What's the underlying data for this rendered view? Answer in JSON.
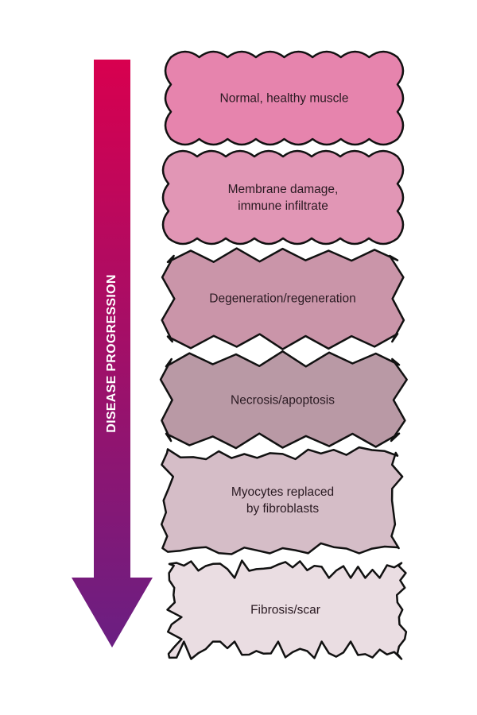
{
  "arrow": {
    "label": "DISEASE PROGRESSION",
    "color_top": "#d8004f",
    "color_bottom": "#6a1f82"
  },
  "stages": [
    {
      "label": "Normal, healthy muscle",
      "fill": "#e684ad",
      "edge": "scallop"
    },
    {
      "label": "Membrane damage,\nimmune infiltrate",
      "fill": "#e196b5",
      "edge": "scallop"
    },
    {
      "label": "Degeneration/regeneration",
      "fill": "#ca95a9",
      "edge": "wavy"
    },
    {
      "label": "Necrosis/apoptosis",
      "fill": "#b999a5",
      "edge": "wavy"
    },
    {
      "label": "Myocytes replaced\nby fibroblasts",
      "fill": "#d5bdc7",
      "edge": "jagged"
    },
    {
      "label": "Fibrosis/scar",
      "fill": "#eadde2",
      "edge": "spiky"
    }
  ]
}
